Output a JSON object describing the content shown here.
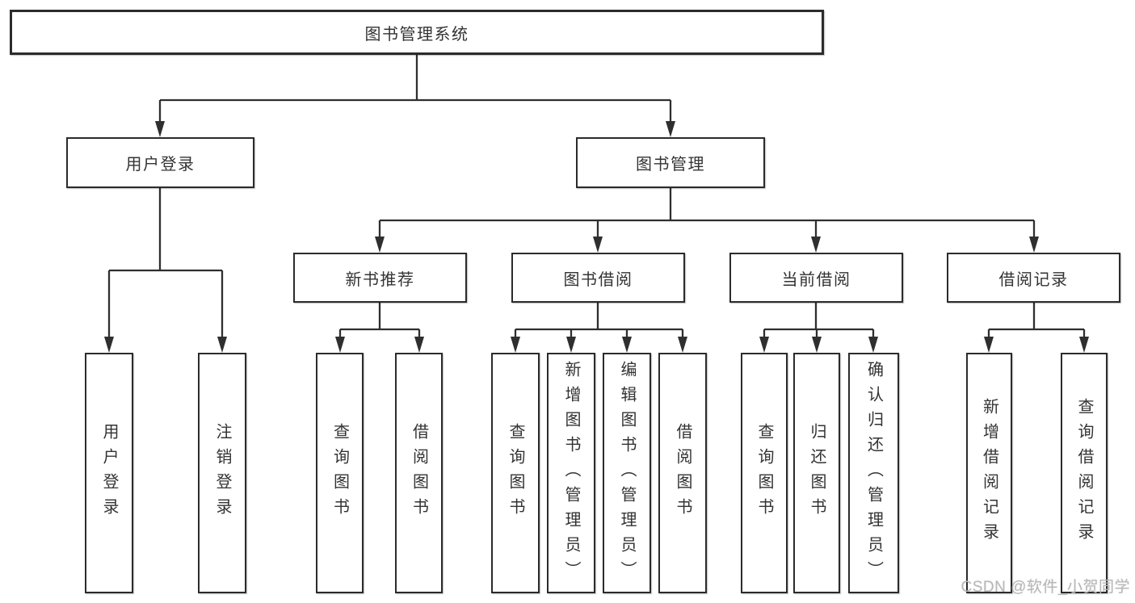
{
  "diagram": {
    "root": {
      "label": "图书管理系统"
    },
    "level2": [
      {
        "label": "用户登录"
      },
      {
        "label": "图书管理"
      }
    ],
    "level3": [
      {
        "label": "新书推荐"
      },
      {
        "label": "图书借阅"
      },
      {
        "label": "当前借阅"
      },
      {
        "label": "借阅记录"
      }
    ],
    "leaves": [
      {
        "label": "用户登录"
      },
      {
        "label": "注销登录"
      },
      {
        "label": "查询图书"
      },
      {
        "label": "借阅图书"
      },
      {
        "label": "查询图书"
      },
      {
        "label": "新增图书（管理员）"
      },
      {
        "label": "编辑图书（管理员）"
      },
      {
        "label": "借阅图书"
      },
      {
        "label": "查询图书"
      },
      {
        "label": "归还图书"
      },
      {
        "label": "确认归还（管理员）"
      },
      {
        "label": "新增借阅记录"
      },
      {
        "label": "查询借阅记录"
      }
    ]
  },
  "watermark": {
    "text": "CSDN @软件_小贺同学"
  },
  "colors": {
    "line": "#2f2f2f",
    "box_border": "#2b2b2b",
    "text": "#333333",
    "watermark": "#b9b9b9",
    "background": "#ffffff"
  }
}
